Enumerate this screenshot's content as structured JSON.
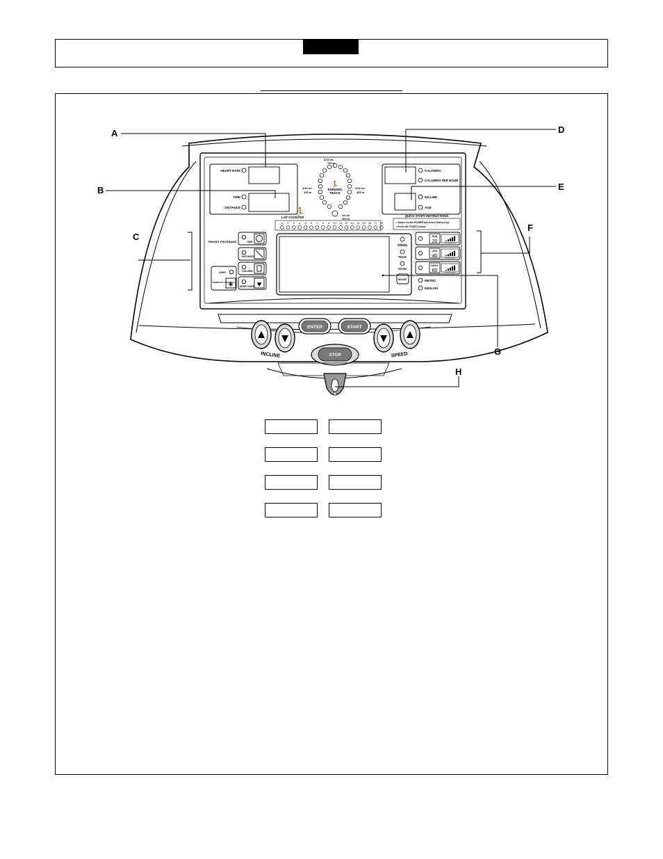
{
  "callouts": [
    "A",
    "B",
    "C",
    "D",
    "E",
    "F",
    "G",
    "H"
  ],
  "console": {
    "left_labels": {
      "heart_rate": "HEART RATE",
      "time": "TIME",
      "distance": "DISTANCE"
    },
    "right_labels": {
      "calories": "CALORIES",
      "calories_per_hour": "CALORIES PER HOUR",
      "incline": "INCLINE",
      "age": "AGE"
    },
    "track": {
      "label_top": "2/16 mi",
      "label_top_m": "700 m",
      "label_left": "1/16 mi",
      "label_left_m": "100 m",
      "label_right": "3/16 mi",
      "label_right_m": "300 m",
      "label_bottom": "1/4 mi",
      "label_bottom_m": "400 m",
      "title": "RUNNING",
      "title2": "TRACK"
    },
    "lap_counter": {
      "title": "LAP COUNTER",
      "numbers": [
        "1",
        "2",
        "3",
        "4",
        "5",
        "6",
        "7",
        "8",
        "9",
        "10",
        "11",
        "12",
        "13",
        "14",
        "15",
        "16",
        "17",
        "18"
      ]
    },
    "quick_start": {
      "title": "QUICK START INSTRUCTIONS",
      "line1": "• Switch on the POWER and Insert Safety Key.",
      "line2": "• Press the START button."
    },
    "preset_programs": "PRESET PROGRAMS",
    "program_labels": {
      "time": "TIME",
      "distance": "DISTANCE",
      "calorie": "CALORIE",
      "heart_rate": "HEART RATE",
      "user": "USER",
      "workout": "WORKOUT CONTROL"
    },
    "mode_labels": {
      "speed": "SPEED",
      "pace": "PACE",
      "scan": "SCAN",
      "mode": "MODE",
      "metric": "METRIC",
      "english": "ENGLISH"
    },
    "quick_programs": [
      {
        "word": "RUN",
        "num": "20",
        "sub": "20 MIN RUN"
      },
      {
        "word": "JOG",
        "num": "40",
        "sub": "40 MIN JOG"
      },
      {
        "word": "WALK",
        "num": "60",
        "sub": "60 MIN WALK"
      }
    ],
    "buttons": {
      "enter": "ENTER",
      "start": "START",
      "stop": "STOP"
    },
    "button_captions": {
      "incline": "INCLINE",
      "speed": "SPEED"
    }
  },
  "legend_boxes": [
    {
      "left": "",
      "right": ""
    },
    {
      "left": "",
      "right": ""
    },
    {
      "left": "",
      "right": ""
    },
    {
      "left": "",
      "right": ""
    }
  ]
}
